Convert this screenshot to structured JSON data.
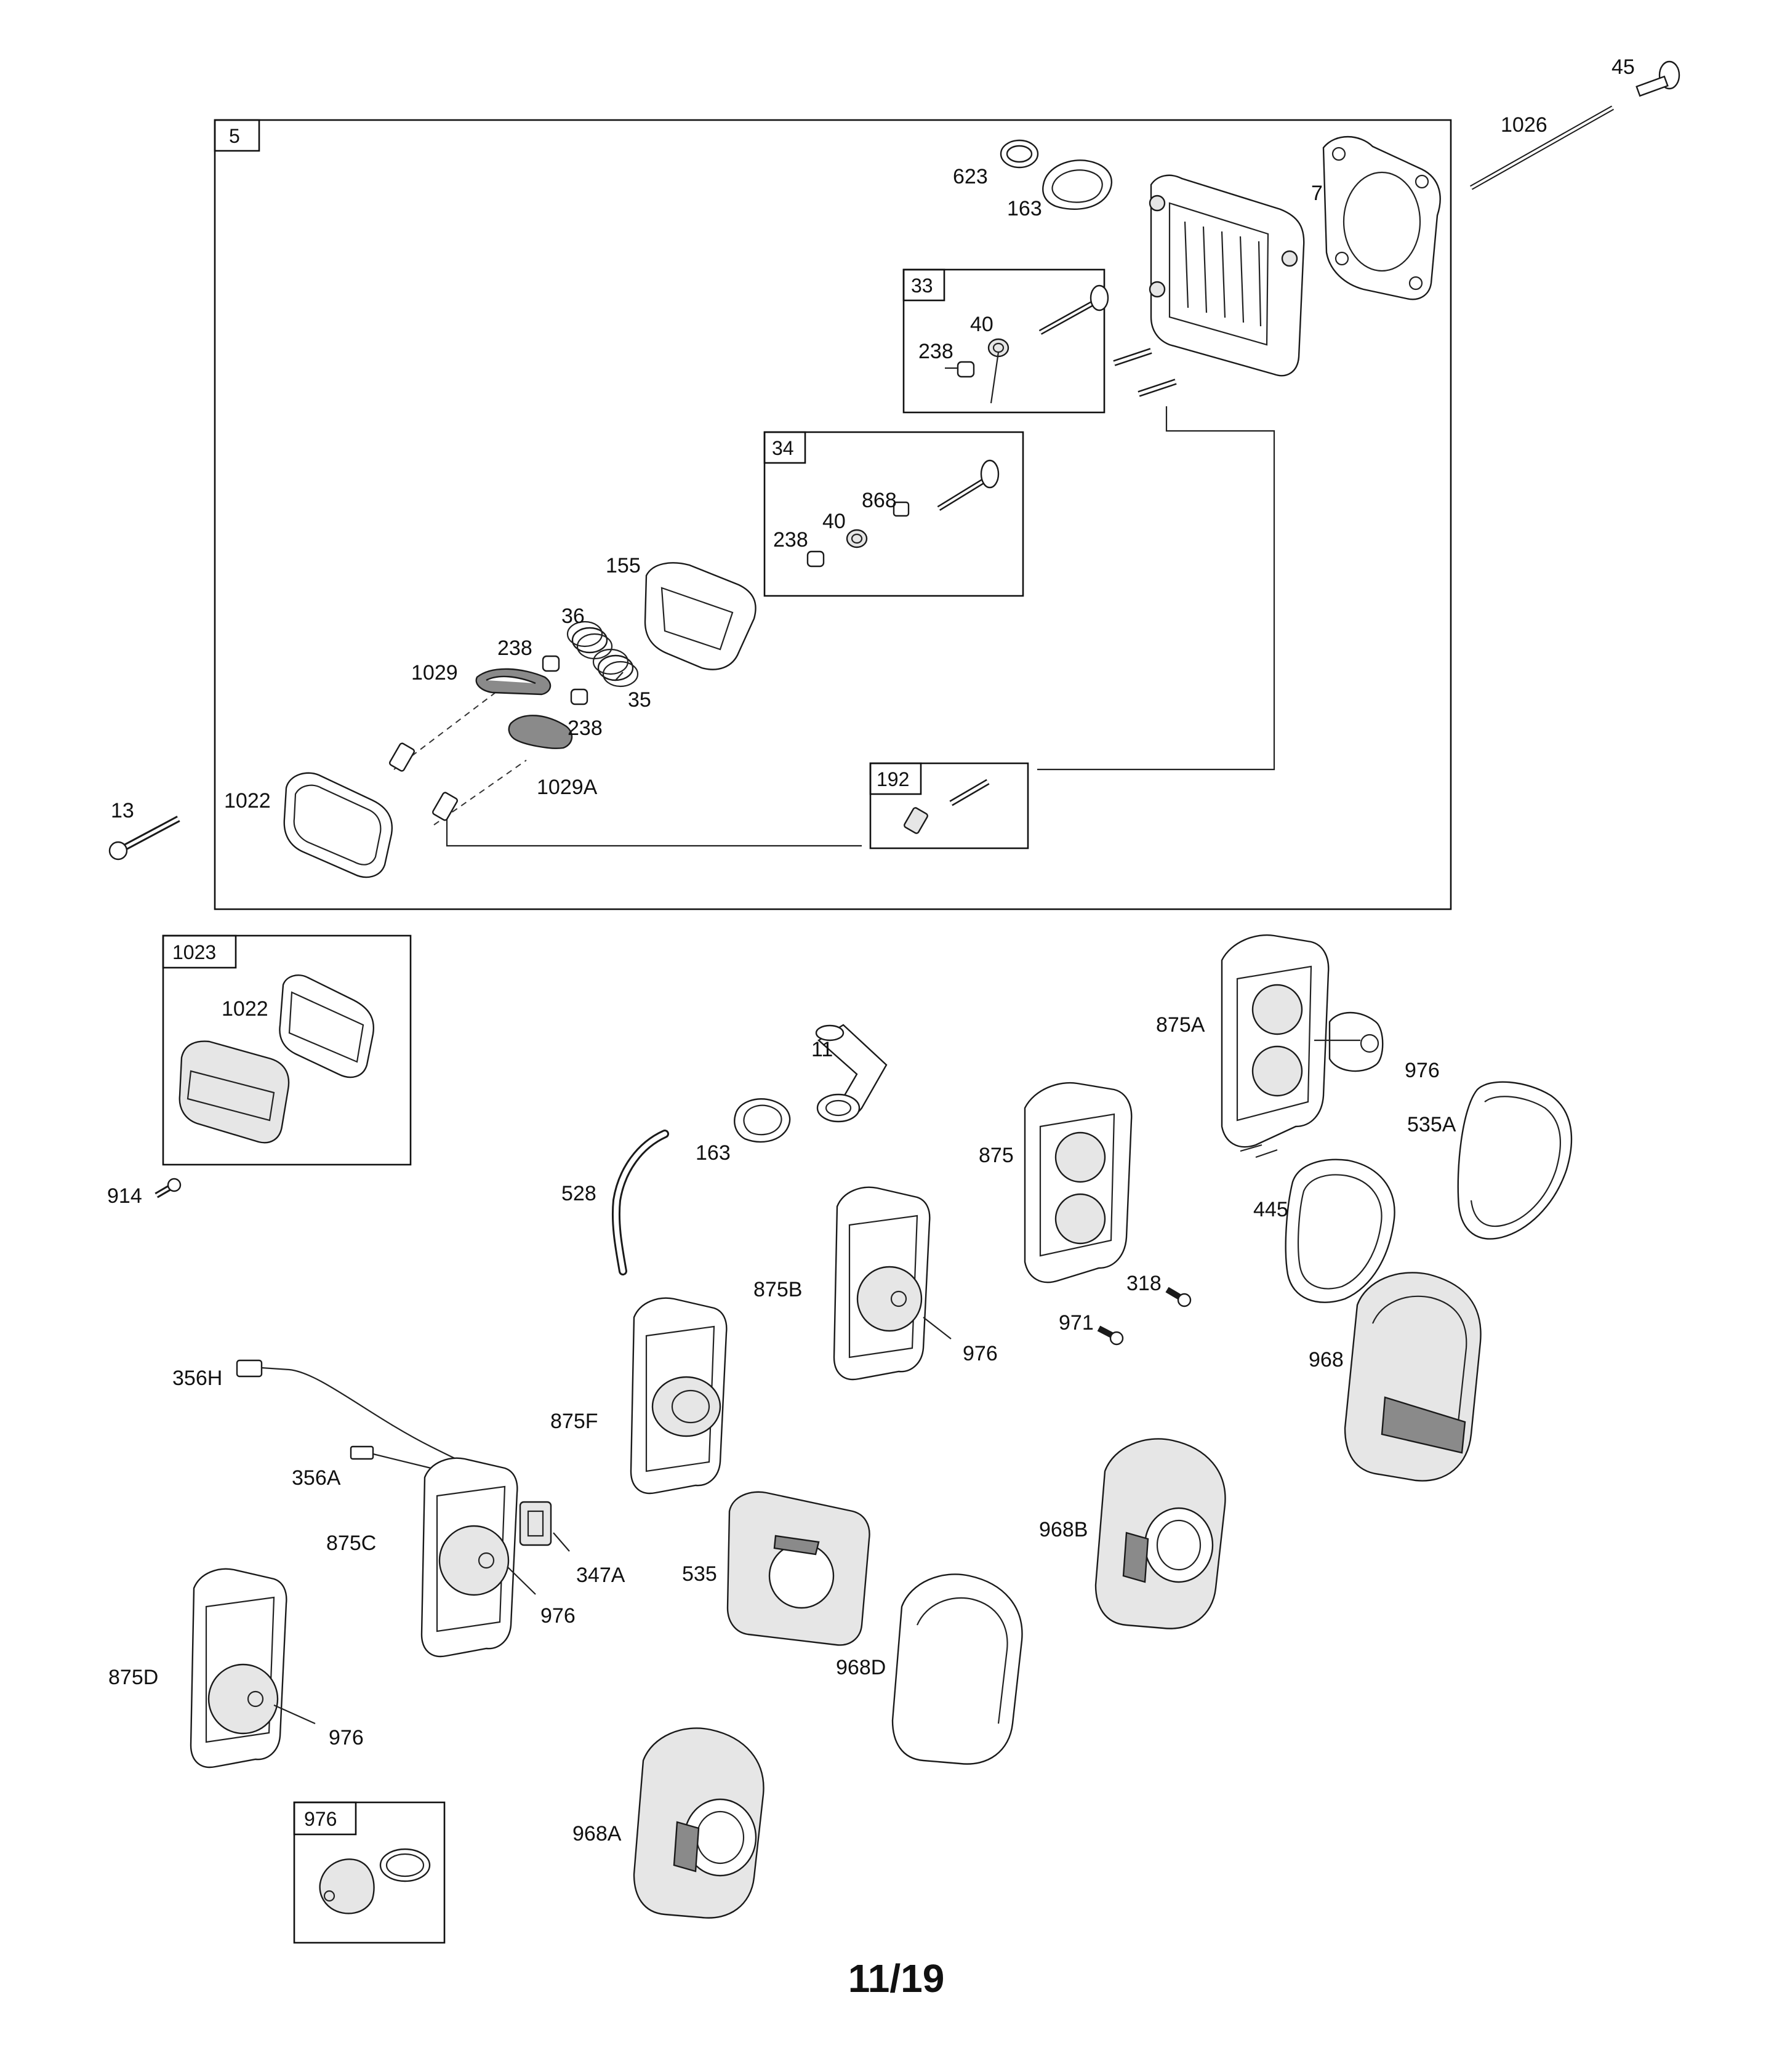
{
  "page_number": "11/19",
  "boxes": {
    "b5": "5",
    "b33": "33",
    "b34": "34",
    "b192": "192",
    "b1023": "1023",
    "b976": "976"
  },
  "labels": {
    "l45": "45",
    "l1026": "1026",
    "l623": "623",
    "l163a": "163",
    "l7": "7",
    "l40a": "40",
    "l238a": "238",
    "l868": "868",
    "l40b": "40",
    "l238b": "238",
    "l155": "155",
    "l36": "36",
    "l238c": "238",
    "l1029": "1029",
    "l35": "35",
    "l238d": "238",
    "l1029A": "1029A",
    "l13": "13",
    "l1022a": "1022",
    "l1022b": "1022",
    "l914": "914",
    "l11": "11",
    "l163b": "163",
    "l528": "528",
    "l875A": "875A",
    "l976a": "976",
    "l535A": "535A",
    "l875": "875",
    "l445": "445",
    "l875B": "875B",
    "l976b": "976",
    "l318": "318",
    "l971": "971",
    "l968": "968",
    "l356H": "356H",
    "l875F": "875F",
    "l356A": "356A",
    "l875C": "875C",
    "l347A": "347A",
    "l976c": "976",
    "l535": "535",
    "l968B": "968B",
    "l875D": "875D",
    "l976d": "976",
    "l968D": "968D",
    "l968A": "968A"
  }
}
